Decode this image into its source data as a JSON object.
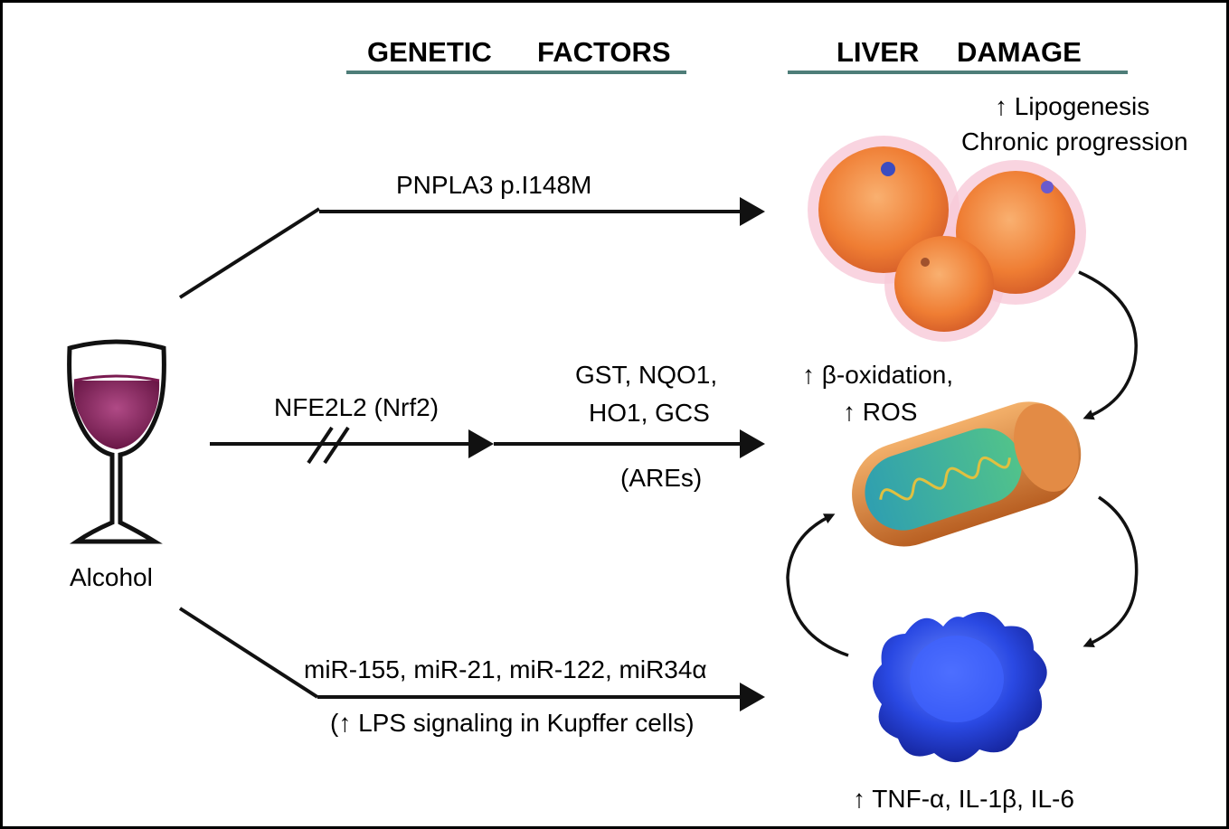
{
  "headers": {
    "genetic_word1": "GENETIC",
    "genetic_word2": "FACTORS",
    "liver_word1": "LIVER",
    "liver_word2": "DAMAGE"
  },
  "alcohol_label": "Alcohol",
  "pathways": {
    "pnpla3": "PNPLA3 p.I148M",
    "nrf2": "NFE2L2 (Nrf2)",
    "targets_line1": "GST, NQO1,",
    "targets_line2": "HO1, GCS",
    "ares": "(AREs)",
    "mirna": "miR-155, miR-21, miR-122, miR34α",
    "lps": "(↑ LPS signaling in Kupffer cells)"
  },
  "effects": {
    "lipogenesis": "↑ Lipogenesis",
    "chronic": "Chronic progression",
    "beta_ox": "↑ β-oxidation,",
    "ros": "↑ ROS",
    "cytokines": "↑ TNF-α, IL-1β, IL-6"
  },
  "colors": {
    "header_rule": "#4e7d78",
    "wine": "#8b1c5a",
    "hepatocyte": "#f08a3c",
    "mito_outer": "#d9803a",
    "mito_inner": "#3bb39a",
    "kupffer": "#2b4fe0"
  }
}
